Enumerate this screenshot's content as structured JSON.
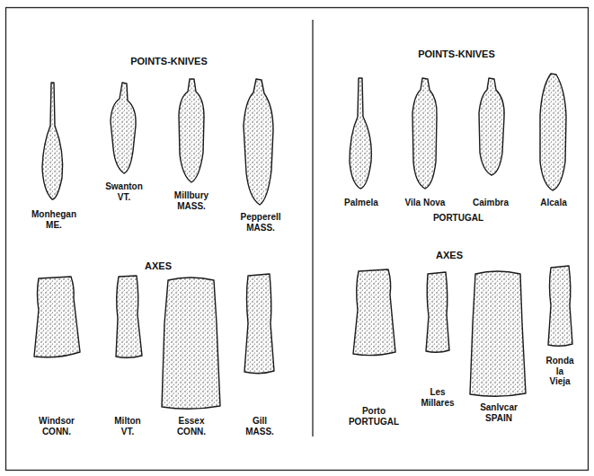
{
  "diagram": {
    "labels": [
      "POINTS-KNIVES",
      "Monhegan ME.",
      "Swanton VT.",
      "Millbury MASS.",
      "Pepperell MASS.",
      "AXES",
      "Windsor CONN.",
      "Milton VT.",
      "Essex CONN.",
      "Gill MASS.",
      "POINTS-KNIVES",
      "Palmela",
      "Vila Nova",
      "Caimbra",
      "Alcala",
      "PORTUGAL",
      "AXES",
      "Porto PORTUGAL",
      "Les Millares",
      "Sanlvcar SPAIN",
      "Ronda la Vieja"
    ]
  }
}
